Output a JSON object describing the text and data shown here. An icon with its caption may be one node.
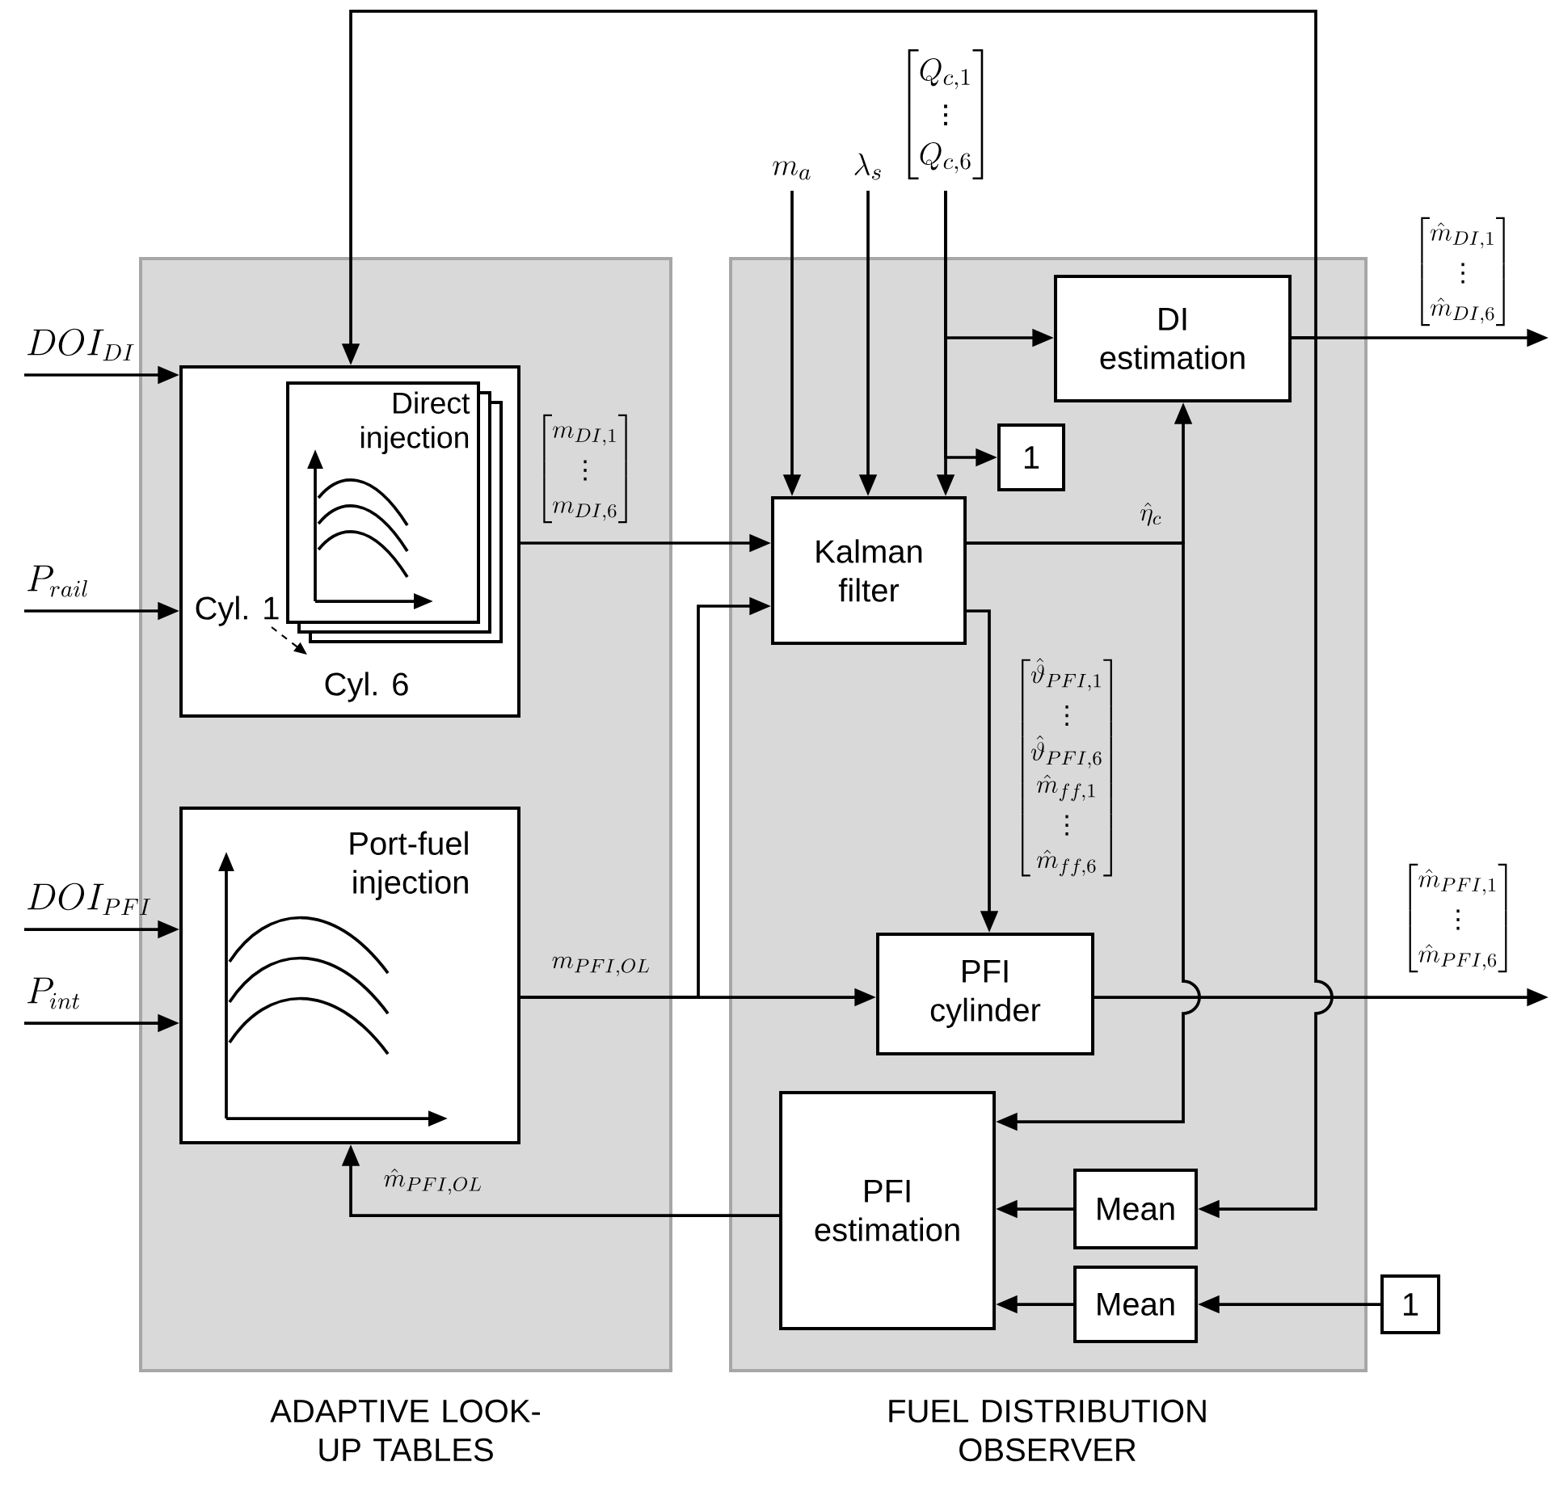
{
  "diagram": {
    "nodes": [
      {
        "text": [
          "ADAPTIVE LOOK-UP TABLES"
        ]
      },
      {
        "text": [
          "FUEL DISTRIBUTION OBSERVER"
        ]
      },
      {
        "text": [
          "Cyl. 1",
          "Cyl. 6"
        ],
        "in": 0
      },
      {
        "text": [
          "Direct injection"
        ],
        "in": 2
      },
      {
        "text": [
          "Port-fuel injection"
        ],
        "in": 0
      },
      {
        "text": [
          "Kalman filter"
        ],
        "in": 1
      },
      {
        "text": [
          "DI estimation"
        ],
        "in": 1
      },
      {
        "text": [
          "1"
        ],
        "in": 1
      },
      {
        "text": [
          "PFI cylinder"
        ],
        "in": 1
      },
      {
        "text": [
          "PFI estimation"
        ],
        "in": 1
      },
      {
        "text": [
          "Mean"
        ],
        "in": 1
      },
      {
        "text": [
          "Mean"
        ],
        "in": 1
      },
      {
        "text": [
          "1"
        ]
      },
      {
        "text": [
          "DOI_{DI}"
        ]
      },
      {
        "text": [
          "P_{rail}"
        ]
      },
      {
        "text": [
          "DOI_{PFI}"
        ]
      },
      {
        "text": [
          "P_{int}"
        ]
      },
      {
        "text": [
          "m_{a}"
        ]
      },
      {
        "text": [
          "\\lambda_{s}"
        ]
      },
      {
        "text": [
          "\\begin{bmatrix}Q_{c,1}\\\\ \\vdots\\\\ Q_{c,6}\\end{bmatrix}"
        ]
      }
    ],
    "edges": [
      {
        "from": 13,
        "to": 2,
        "arrow": "to"
      },
      {
        "from": 14,
        "to": 2,
        "arrow": "to"
      },
      {
        "from": 15,
        "to": 4,
        "arrow": "to"
      },
      {
        "from": 16,
        "to": 4,
        "arrow": "to"
      },
      {
        "from": 17,
        "to": 5,
        "arrow": "to"
      },
      {
        "from": 18,
        "to": 5,
        "arrow": "to"
      },
      {
        "from": 19,
        "to": 5,
        "arrow": "to"
      },
      {
        "from": 19,
        "to": 6,
        "arrow": "to"
      },
      {
        "from": 19,
        "to": 7,
        "arrow": "to"
      },
      {
        "from": 2,
        "to": 5,
        "arrow": "to",
        "label": "\\begin{bmatrix}m_{DI,1}\\\\ \\vdots\\\\ m_{DI,6}\\end{bmatrix}"
      },
      {
        "from": 4,
        "to": 8,
        "arrow": "to",
        "label": "m_{PFI,OL}"
      },
      {
        "from": 4,
        "to": 5,
        "arrow": "to"
      },
      {
        "from": 5,
        "to": 8,
        "arrow": "to",
        "label": "\\begin{bmatrix}\\hat{\\vartheta}_{PFI,1}\\\\ \\vdots\\\\ \\hat{\\vartheta}_{PFI,6}\\\\ \\hat{m}_{ff,1}\\\\ \\vdots\\\\ \\hat{m}_{ff,6}\\end{bmatrix}"
      },
      {
        "from": 5,
        "to": 6,
        "arrow": "to",
        "label": "\\hat{\\eta}_{c}"
      },
      {
        "from": 5,
        "to": 9,
        "arrow": "to"
      },
      {
        "from": 6,
        "to": null,
        "arrow": "to",
        "label": "\\begin{bmatrix}\\hat{m}_{DI,1}\\\\ \\vdots\\\\ \\hat{m}_{DI,6}\\end{bmatrix}"
      },
      {
        "from": 6,
        "to": 2,
        "arrow": "to"
      },
      {
        "from": 6,
        "to": 10,
        "arrow": "to"
      },
      {
        "from": 8,
        "to": null,
        "arrow": "to",
        "label": "\\begin{bmatrix}\\hat{m}_{PFI,1}\\\\ \\vdots\\\\ \\hat{m}_{PFI,6}\\end{bmatrix}"
      },
      {
        "from": 12,
        "to": 11,
        "arrow": "to"
      },
      {
        "from": 10,
        "to": 9,
        "arrow": "to"
      },
      {
        "from": 11,
        "to": 9,
        "arrow": "to"
      },
      {
        "from": 9,
        "to": 4,
        "arrow": "to",
        "label": "\\hat{m}_{PFI,OL}"
      }
    ]
  }
}
